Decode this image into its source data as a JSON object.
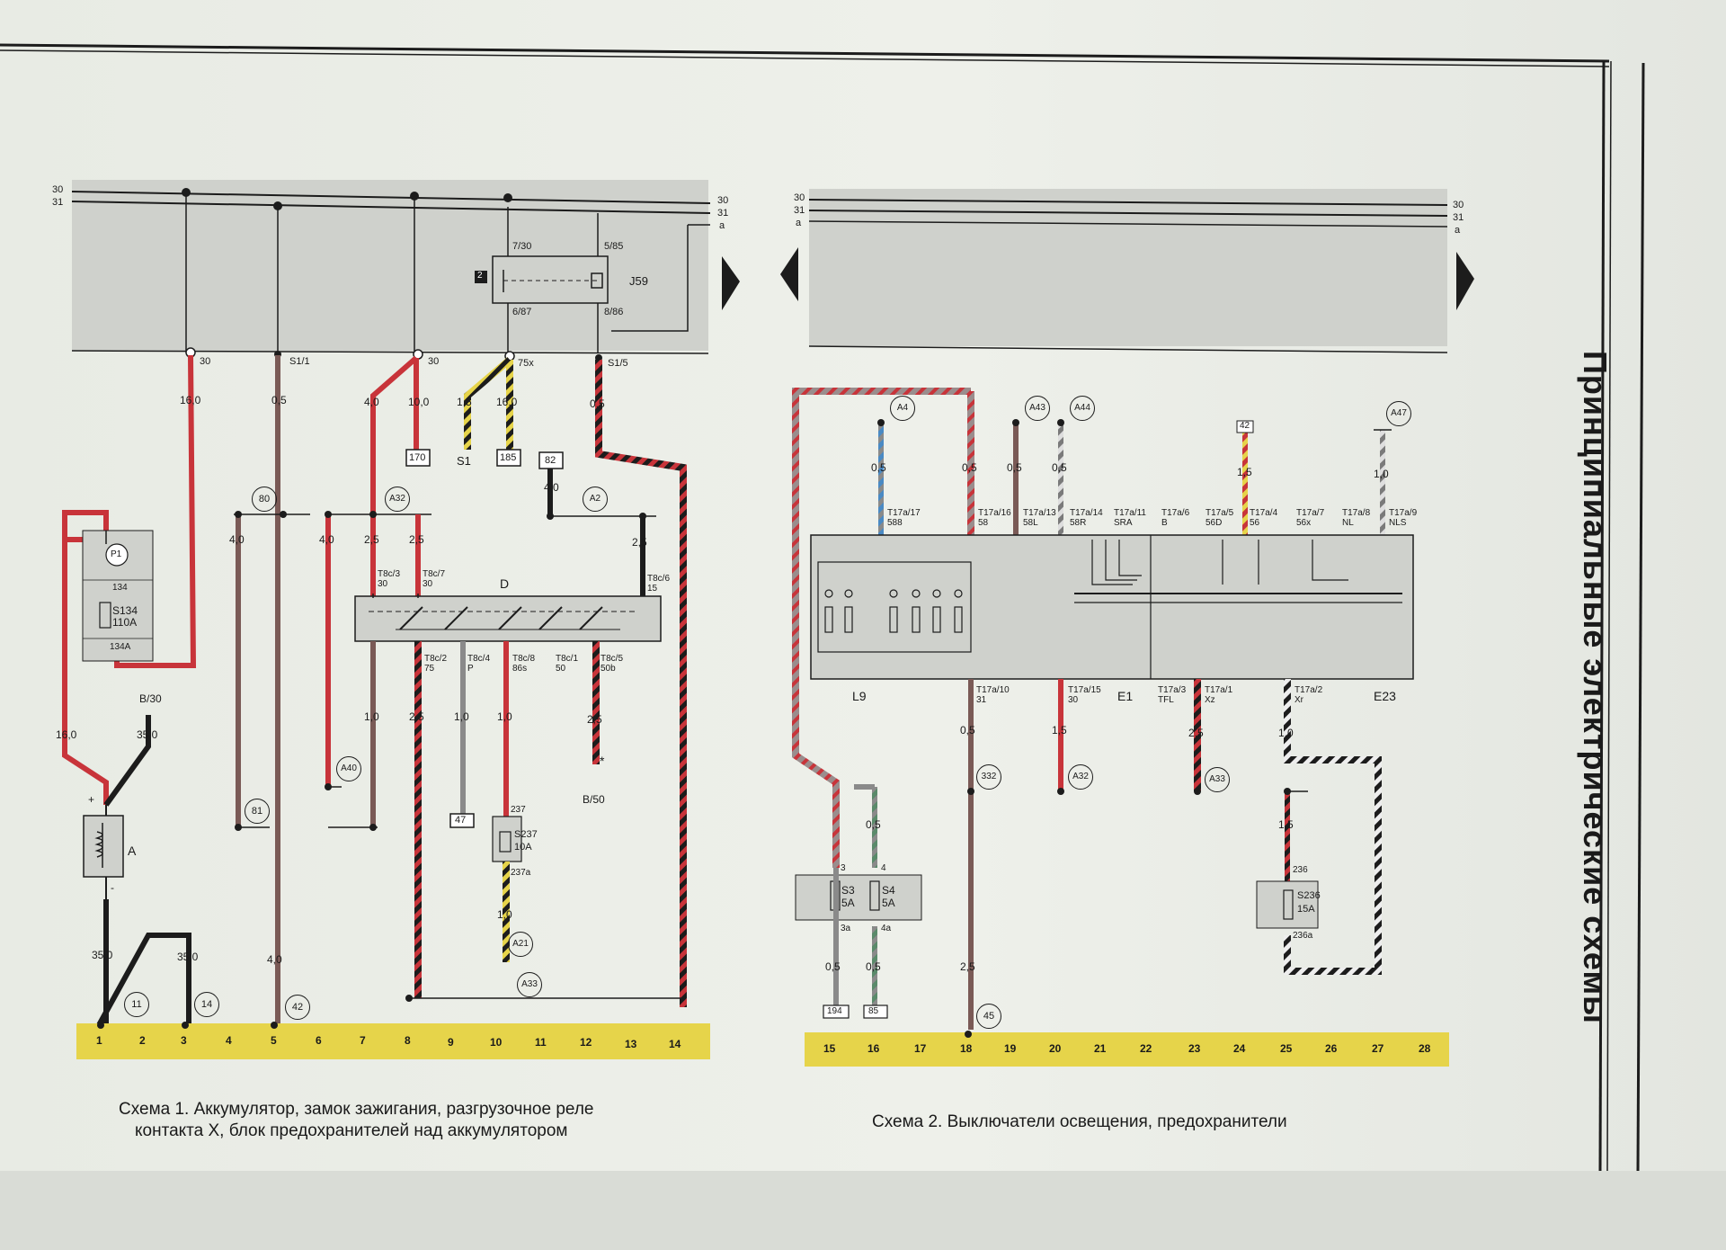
{
  "page": {
    "vertical_title": "Принципиальные электрические схемы",
    "caption_1_line1": "Схема 1. Аккумулятор, замок зажигания, разгрузочное реле",
    "caption_1_line2": "контакта  X,  блок предохранителей над аккумулятором",
    "caption_2": "Схема 2. Выключатели освещения,  предохранители"
  },
  "colors": {
    "red": "#c8343a",
    "brown": "#7a5a56",
    "black": "#1c1c1c",
    "grey": "#8a8a8a",
    "blue": "#4a8ac4",
    "yellow_band": "#e6d44a",
    "relay_panel": "#cfd1cc"
  },
  "schema_1": {
    "bus_labels_left": [
      "30",
      "31"
    ],
    "bus_labels_right": [
      "30",
      "31",
      "a"
    ],
    "grid_numbers": [
      "1",
      "2",
      "3",
      "4",
      "5",
      "6",
      "7",
      "8",
      "9",
      "10",
      "11",
      "12",
      "13",
      "14"
    ],
    "relay": {
      "name": "J59",
      "badge": "2",
      "pins": [
        "7/30",
        "5/85",
        "6/87",
        "8/86"
      ]
    },
    "panel_pins": [
      "30",
      "S1/1",
      "30",
      "75x",
      "S1/5"
    ],
    "wire_labels": [
      "16,0",
      "0,5",
      "4,0",
      "10,0",
      "1,5",
      "16,0",
      "0,5",
      "4,0",
      "4,0",
      "2,5",
      "2,5",
      "4,0",
      "2,5",
      "1,0",
      "2,5",
      "1,0",
      "1,0",
      "2,5",
      "1,0",
      "35,0",
      "16,0",
      "35,0",
      "35,0",
      "4,0"
    ],
    "terminal_boxes": [
      "170",
      "185",
      "82",
      "47"
    ],
    "sections": [
      "S1",
      "B/30",
      "B/50",
      "*"
    ],
    "circles": [
      "80",
      "A32",
      "A2",
      "A40",
      "81",
      "A21",
      "A33",
      "11",
      "14",
      "42"
    ],
    "switch": {
      "name": "D",
      "top_pins": [
        {
          "t": "T8c/3",
          "n": "30"
        },
        {
          "t": "T8c/7",
          "n": "30"
        },
        {
          "t": "T8c/6",
          "n": "15"
        }
      ],
      "bottom_pins": [
        {
          "t": "T8c/2",
          "n": "75"
        },
        {
          "t": "T8c/4",
          "n": "P"
        },
        {
          "t": "T8c/8",
          "n": "86s"
        },
        {
          "t": "T8c/1",
          "n": "50"
        },
        {
          "t": "T8c/5",
          "n": "50b"
        }
      ]
    },
    "fuse_p1": {
      "name": "P1",
      "pin_top": "134",
      "label": "S134",
      "rating": "110A",
      "pin_bottom": "134A"
    },
    "battery": {
      "name": "A",
      "plus": "+",
      "minus": "-"
    },
    "fuse_s237": {
      "pin_top": "237",
      "name": "S237",
      "rating": "10A",
      "pin_bottom": "237a"
    }
  },
  "schema_2": {
    "bus_labels_left": [
      "30",
      "31",
      "a"
    ],
    "bus_labels_right": [
      "30",
      "31",
      "a"
    ],
    "grid_numbers": [
      "15",
      "16",
      "17",
      "18",
      "19",
      "20",
      "21",
      "22",
      "23",
      "24",
      "25",
      "26",
      "27",
      "28"
    ],
    "top_circles": [
      "A4",
      "A43",
      "A44",
      "A47"
    ],
    "box42": "42",
    "wire_labels": [
      "0,5",
      "0,5",
      "0,5",
      "0,5",
      "1,5",
      "1,0",
      "0,5",
      "1,5",
      "2,5",
      "1,0",
      "1,5",
      "0,5",
      "0,5",
      "0,5",
      "2,5"
    ],
    "connector_top": [
      {
        "t": "T17a/17",
        "n": "588"
      },
      {
        "t": "T17a/16",
        "n": "58"
      },
      {
        "t": "T17a/13",
        "n": "58L"
      },
      {
        "t": "T17a/14",
        "n": "58R"
      },
      {
        "t": "T17a/11",
        "n": "SRA"
      },
      {
        "t": "T17a/6",
        "n": "B"
      },
      {
        "t": "T17a/5",
        "n": "56D"
      },
      {
        "t": "T17a/4",
        "n": "56"
      },
      {
        "t": "T17a/7",
        "n": "56x"
      },
      {
        "t": "T17a/8",
        "n": "NL"
      },
      {
        "t": "T17a/9",
        "n": "NLS"
      }
    ],
    "connector_bottom": [
      {
        "t": "T17a/10",
        "n": "31"
      },
      {
        "t": "T17a/15",
        "n": "30"
      },
      {
        "t": "T17a/3",
        "n": "TFL"
      },
      {
        "t": "T17a/1",
        "n": "Xz"
      },
      {
        "t": "T17a/2",
        "n": "Xr"
      }
    ],
    "block_labels": [
      "L9",
      "E1",
      "E23"
    ],
    "circles": [
      "332",
      "A32",
      "A33",
      "45"
    ],
    "fuses_s3_s4": {
      "s3": {
        "name": "S3",
        "rating": "5A",
        "pin_top": "3",
        "pin_bottom": "3a"
      },
      "s4": {
        "name": "S4",
        "rating": "5A",
        "pin_top": "4",
        "pin_bottom": "4a"
      }
    },
    "terminal_boxes": [
      "194",
      "85"
    ],
    "fuse_s236": {
      "pin_top": "236",
      "name": "S236",
      "rating": "15A",
      "pin_bottom": "236a"
    }
  }
}
